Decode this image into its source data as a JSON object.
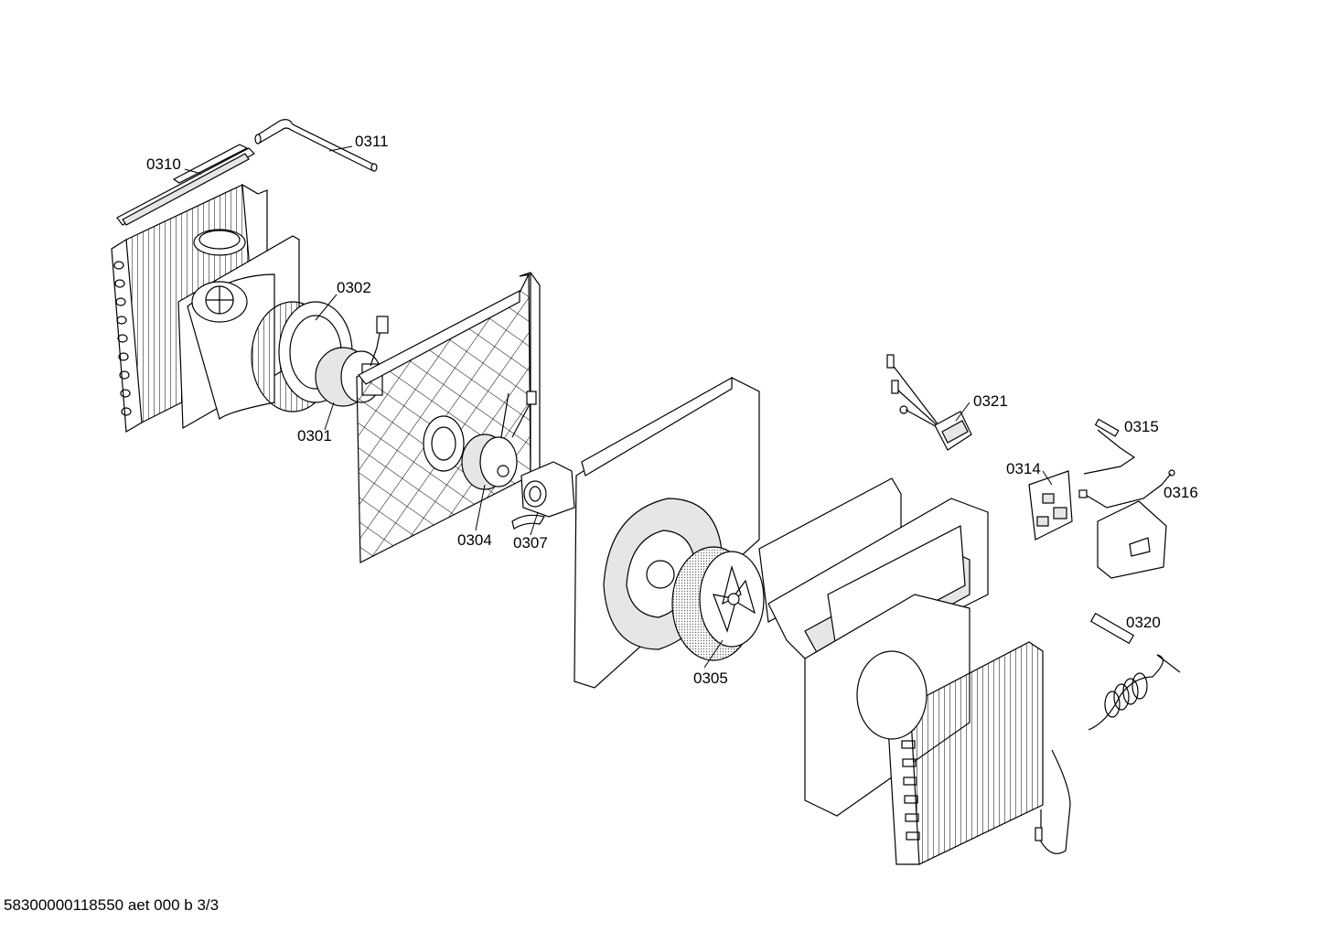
{
  "labels": {
    "p0301": "0301",
    "p0302": "0302",
    "p0304": "0304",
    "p0305": "0305",
    "p0307": "0307",
    "p0310": "0310",
    "p0311": "0311",
    "p0314": "0314",
    "p0315": "0315",
    "p0316": "0316",
    "p0320": "0320",
    "p0321": "0321"
  },
  "footer": "58300000118550 aet 000 b 3/3"
}
